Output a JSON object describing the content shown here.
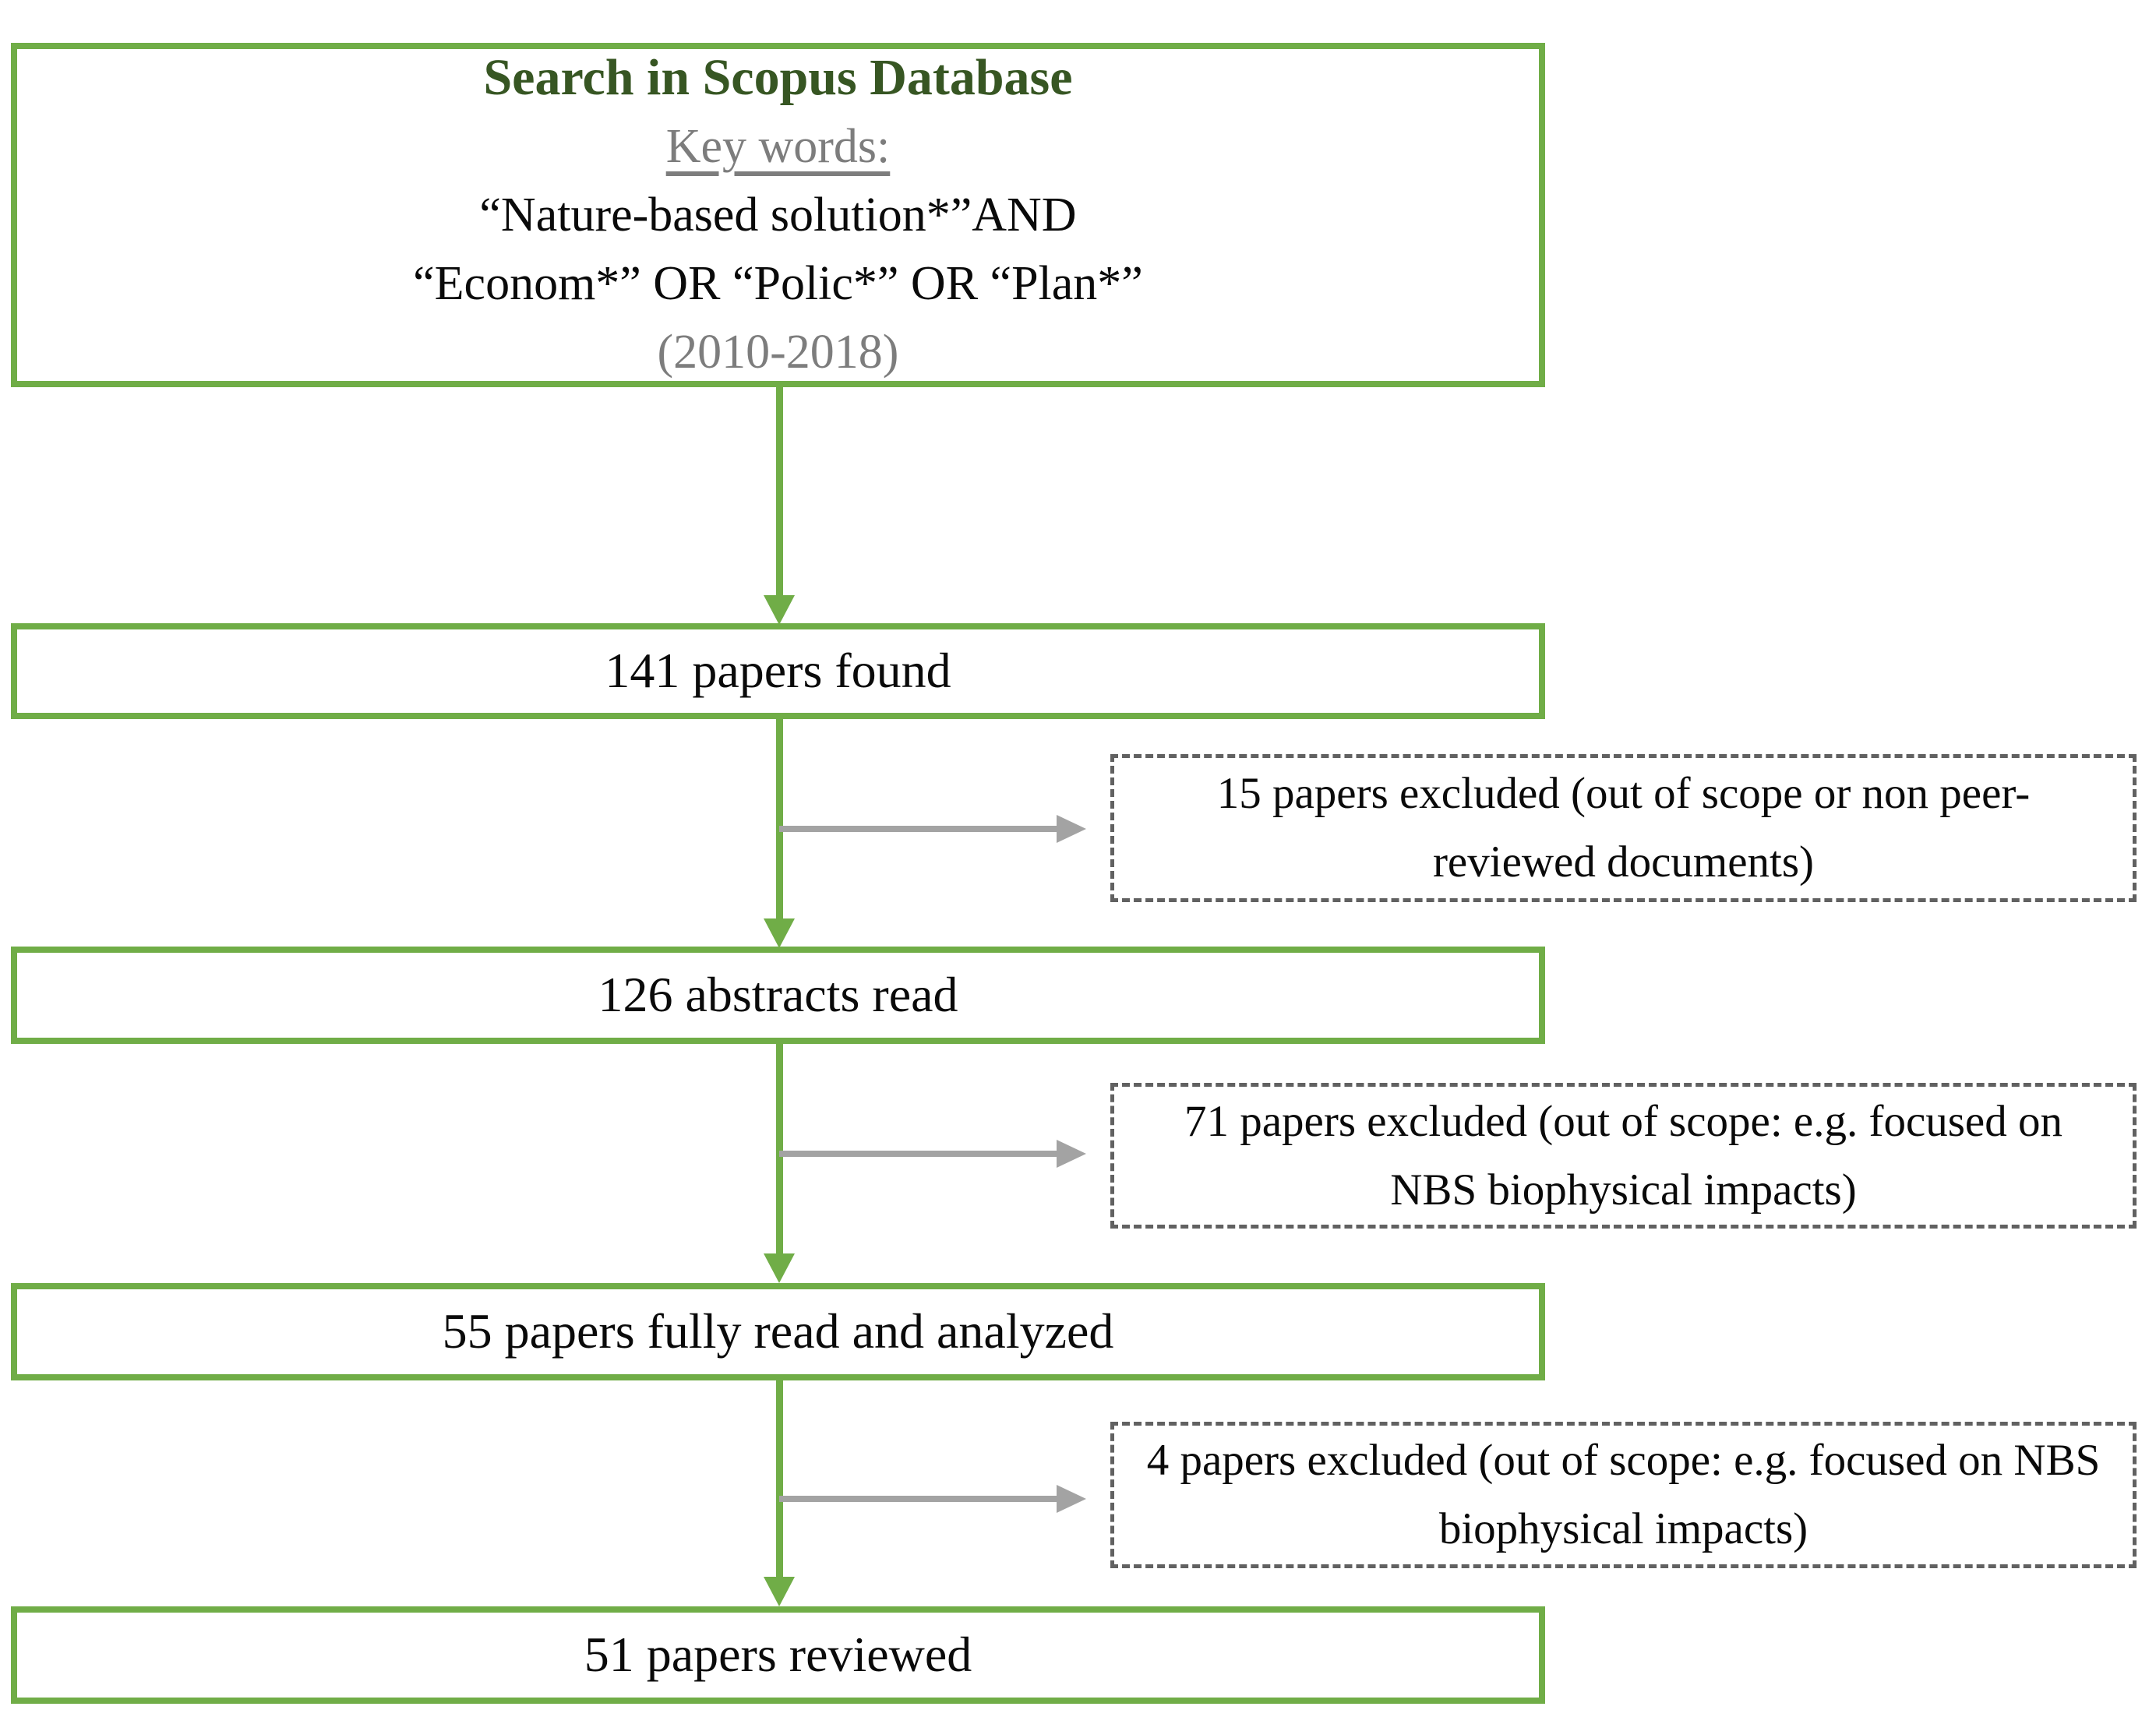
{
  "palette": {
    "box-border-green": "#70ad47",
    "title-green": "#375623",
    "muted-gray": "#7d7d7d",
    "connector-gray": "#a3a3a3",
    "dashed-border-gray": "#616161",
    "text-black": "#0a0a0a"
  },
  "source_box": {
    "title": "Search in Scopus Database",
    "keywords_label": "Key words:",
    "query_line_1": "“Nature-based solution*”AND",
    "query_line_2": "“Econom*” OR “Polic*” OR “Plan*”",
    "year_range": "(2010-2018)"
  },
  "steps": [
    {
      "label": "141 papers found"
    },
    {
      "label": "126 abstracts read"
    },
    {
      "label": "55 papers fully read and analyzed"
    },
    {
      "label": "51 papers reviewed"
    }
  ],
  "exclusions": [
    {
      "label": "15 papers excluded (out of scope or non peer-reviewed documents)"
    },
    {
      "label": "71 papers excluded (out of scope: e.g. focused on NBS biophysical impacts)"
    },
    {
      "label": "4 papers excluded (out of scope: e.g. focused on NBS biophysical impacts)"
    }
  ]
}
